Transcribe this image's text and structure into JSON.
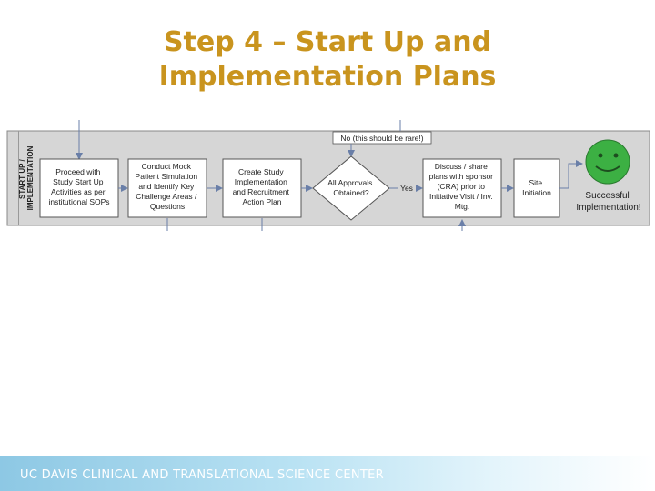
{
  "slide": {
    "title_line1": "Step 4 – Start Up and",
    "title_line2": "Implementation Plans"
  },
  "diagram": {
    "lane_label_line1": "START UP /",
    "lane_label_line2": "IMPLEMENTATION",
    "steps": [
      {
        "lines": [
          "Proceed with",
          "Study Start Up",
          "Activities as per",
          "institutional SOPs"
        ]
      },
      {
        "lines": [
          "Conduct Mock",
          "Patient Simulation",
          "and Identify Key",
          "Challenge Areas /",
          "Questions"
        ]
      },
      {
        "lines": [
          "Create Study",
          "Implementation",
          "and Recruitment",
          "Action Plan"
        ]
      },
      {
        "lines": [
          "Discuss / share",
          "plans with sponsor",
          "(CRA) prior to",
          "Initiative Visit / Inv.",
          "Mtg."
        ]
      },
      {
        "lines": [
          "Site",
          "Initiation"
        ]
      }
    ],
    "decision_lines": [
      "All Approvals",
      "Obtained?"
    ],
    "yes_label": "Yes",
    "no_label": "No (this should be rare!)",
    "end_lines": [
      "Successful",
      "Implementation!"
    ],
    "colors": {
      "lane_fill": "#d6d6d6",
      "box_fill": "#ffffff",
      "stroke": "#555555",
      "smiley": "#3cb043",
      "arrow": "#6a7fa8"
    }
  },
  "footer": {
    "text": "UC DAVIS CLINICAL AND TRANSLATIONAL SCIENCE CENTER"
  }
}
